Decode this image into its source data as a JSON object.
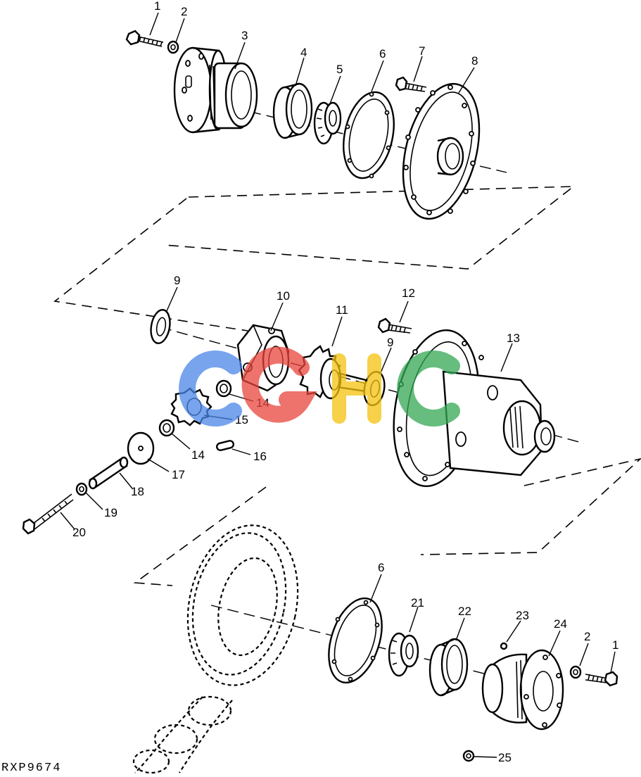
{
  "reference_code": "RXP9674",
  "watermark": {
    "text": "CGHC",
    "colors": [
      "#4a86e8",
      "#e8453c",
      "#f4c20d",
      "#34a853"
    ]
  },
  "callouts": [
    {
      "label": "1"
    },
    {
      "label": "2"
    },
    {
      "label": "3"
    },
    {
      "label": "4"
    },
    {
      "label": "5"
    },
    {
      "label": "6"
    },
    {
      "label": "7"
    },
    {
      "label": "8"
    },
    {
      "label": "9"
    },
    {
      "label": "10"
    },
    {
      "label": "11"
    },
    {
      "label": "12"
    },
    {
      "label": "9"
    },
    {
      "label": "13"
    },
    {
      "label": "14"
    },
    {
      "label": "15"
    },
    {
      "label": "14"
    },
    {
      "label": "16"
    },
    {
      "label": "17"
    },
    {
      "label": "18"
    },
    {
      "label": "19"
    },
    {
      "label": "20"
    },
    {
      "label": "6"
    },
    {
      "label": "21"
    },
    {
      "label": "22"
    },
    {
      "label": "23"
    },
    {
      "label": "24"
    },
    {
      "label": "2"
    },
    {
      "label": "1"
    },
    {
      "label": "25"
    }
  ]
}
